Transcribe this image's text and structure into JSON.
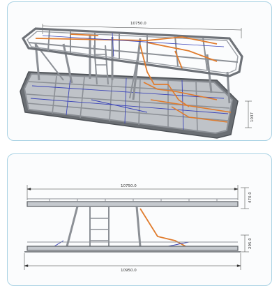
{
  "top_view": {
    "overall_length": "10750.0",
    "height_dim": "1037"
  },
  "side_view": {
    "top_length": "10750.0",
    "bottom_length": "10950.0",
    "top_height": "470.0",
    "bottom_height": "295.0"
  },
  "colors": {
    "frame": "#8c9096",
    "frame_dark": "#5d6166",
    "pipe": "#e07b2c",
    "wire": "#3a43b8",
    "border": "#a9d2e4"
  }
}
